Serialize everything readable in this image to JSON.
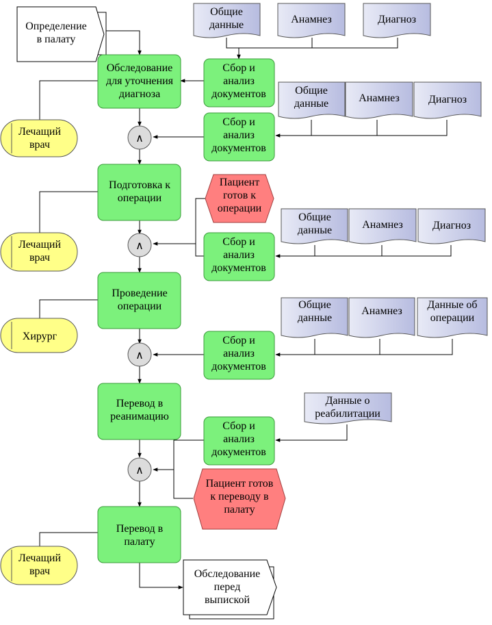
{
  "interfaces": {
    "start": "Определение\nв палату",
    "end": "Обследование\nперед\nвыпиской"
  },
  "functions": {
    "f1": "Обследование\nдля уточнения\nдиагноза",
    "f2": "Подготовка к\nоперации",
    "f3": "Проведение\nоперации",
    "f4": "Перевод в\nреанимацию",
    "f5": "Перевод в\nпалату",
    "collect": "Сбор и\nанализ\nдокументов"
  },
  "events": {
    "e1": "Пациент\nготов к\nоперации",
    "e2": "Пациент готов\nк переводу в\nпалату"
  },
  "roles": {
    "doctor": "Лечащий\nврач",
    "surgeon": "Хирург"
  },
  "documents": {
    "general": "Общие\nданные",
    "anamnesis": "Анамнез",
    "diagnosis": "Диагноз",
    "op_data": "Данные об\nоперации",
    "rehab": "Данные о\nреабилитации"
  },
  "operator": "∧",
  "colors": {
    "function_fill": "#7CF17C",
    "function_stroke": "#3A9A3A",
    "event_fill": "#FF7F7F",
    "role_fill": "#FFFF88",
    "doc_fill": "#C8CCE8",
    "operator_fill": "#DCDCDC"
  }
}
